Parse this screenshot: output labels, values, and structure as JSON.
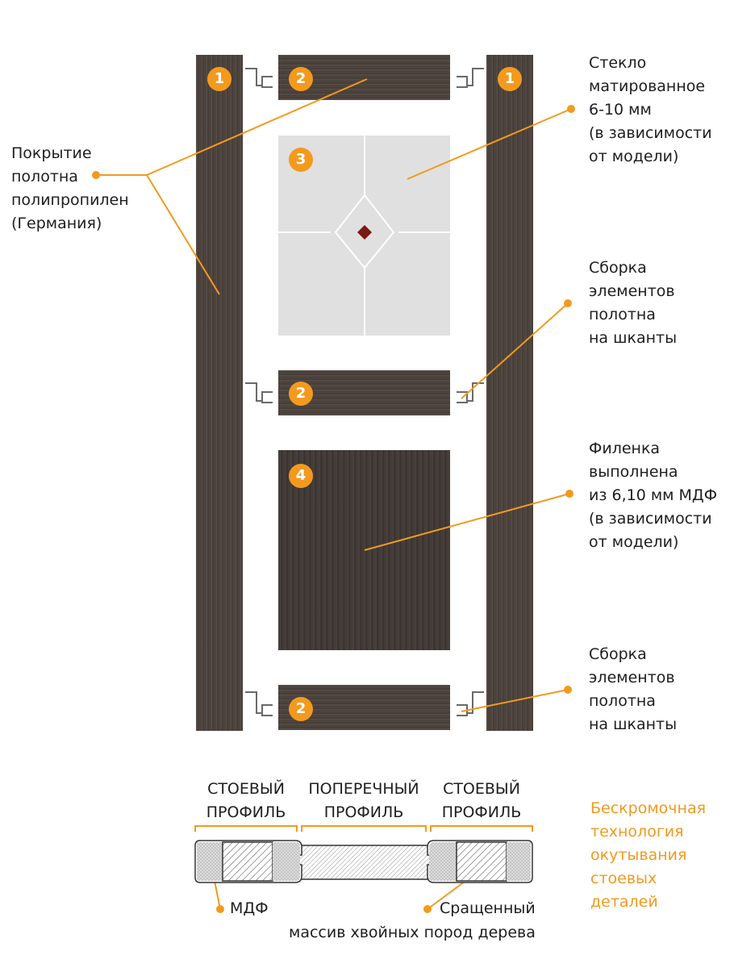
{
  "badges": {
    "stile": "1",
    "rail": "2",
    "glass": "3",
    "panel": "4"
  },
  "labels": {
    "coating": [
      "Покрытие",
      "полотна",
      "полипропилен",
      "(Германия)"
    ],
    "glass": [
      "Стекло",
      "матированное",
      "6-10 мм",
      "(в зависимости",
      "от модели)"
    ],
    "assembly1": [
      "Сборка",
      "элементов",
      "полотна",
      "на шканты"
    ],
    "panel": [
      "Филенка",
      "выполнена",
      "из 6,10 мм МДФ",
      "(в зависимости",
      "от модели)"
    ],
    "assembly2": [
      "Сборка",
      "элементов",
      "полотна",
      "на шканты"
    ]
  },
  "cross_section": {
    "left_profile": [
      "СТОЕВЫЙ",
      "ПРОФИЛЬ"
    ],
    "middle_profile": [
      "ПОПЕРЕЧНЫЙ",
      "ПРОФИЛЬ"
    ],
    "right_profile": [
      "СТОЕВЫЙ",
      "ПРОФИЛЬ"
    ],
    "mdf": "МДФ",
    "spliced_line1": "Сращенный",
    "spliced_line2": "массив хвойных пород дерева",
    "edgeless": [
      "Бескромочная",
      "технология",
      "окутывания",
      "стоевых",
      "деталей"
    ]
  },
  "colors": {
    "accent": "#f39a1e",
    "wood": "#4a403b",
    "glass": "#e0e0e0"
  }
}
